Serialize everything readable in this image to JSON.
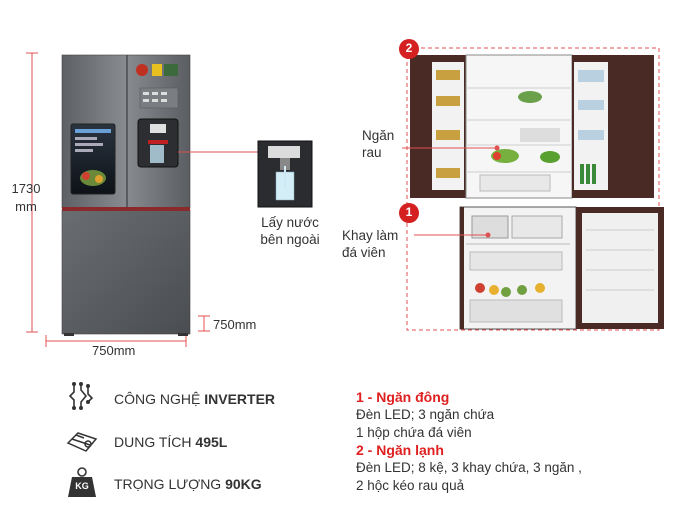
{
  "dimensions": {
    "height": "1730",
    "height_unit": "mm",
    "width": "750mm",
    "depth": "750mm"
  },
  "callouts": {
    "dispenser_line1": "Lấy nước",
    "dispenser_line2": "bên ngoài",
    "veg_line1": "Ngăn",
    "veg_line2": "rau",
    "ice_line1": "Khay làm",
    "ice_line2": "đá viên",
    "badge_1": "1",
    "badge_2": "2"
  },
  "specs": [
    {
      "icon": "inverter-icon",
      "label": "CÔNG NGHỆ ",
      "value": "INVERTER"
    },
    {
      "icon": "capacity-icon",
      "label": "DUNG TÍCH ",
      "value": "495L"
    },
    {
      "icon": "weight-icon",
      "label": "TRỌNG LƯỢNG ",
      "value": "90KG",
      "icon_text": "KG"
    }
  ],
  "sections": [
    {
      "title": "1 - Ngăn đông",
      "lines": [
        "Đèn LED; 3 ngăn chứa",
        "1 hộp chứa đá viên"
      ]
    },
    {
      "title": "2 - Ngăn lạnh",
      "lines": [
        "Đèn LED; 8 kệ, 3 khay chứa, 3 ngăn ,",
        "2 hộc kéo rau quả"
      ]
    }
  ],
  "colors": {
    "accent": "#e02020",
    "fridge": "#6e7175"
  }
}
